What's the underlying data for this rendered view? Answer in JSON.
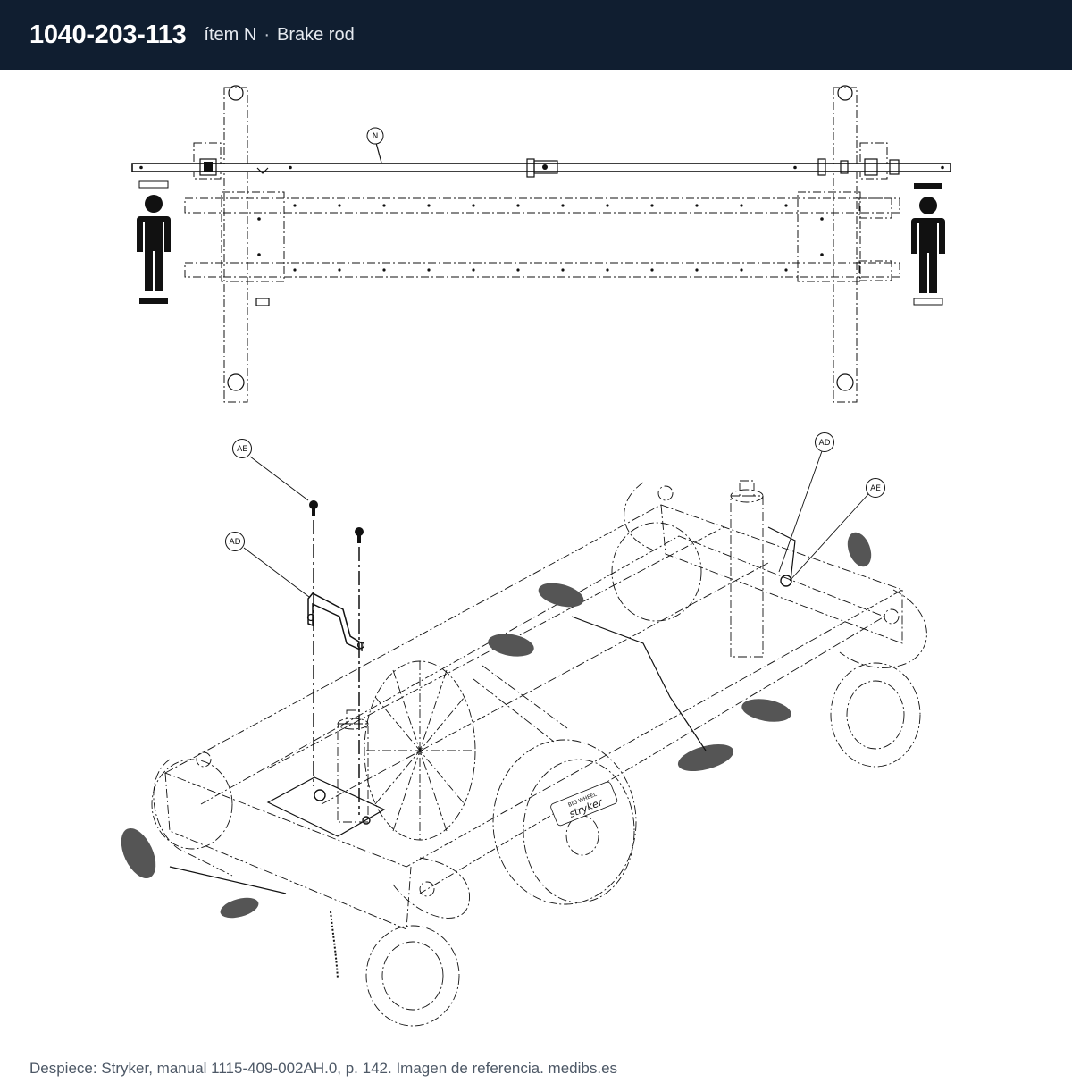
{
  "header": {
    "part_number": "1040-203-113",
    "item_label": "ítem N",
    "separator": "·",
    "item_name": "Brake rod"
  },
  "diagram": {
    "callouts": {
      "top_rod": "N",
      "left_upper": "AE",
      "left_lower": "AD",
      "right_upper": "AD",
      "right_lower": "AE"
    },
    "wheel_logo_line1": "BIG WHEEL",
    "wheel_logo_line2": "stryker"
  },
  "footer": {
    "caption": "Despiece: Stryker, manual 1115-409-002AH.0, p. 142. Imagen de referencia. medibs.es"
  }
}
